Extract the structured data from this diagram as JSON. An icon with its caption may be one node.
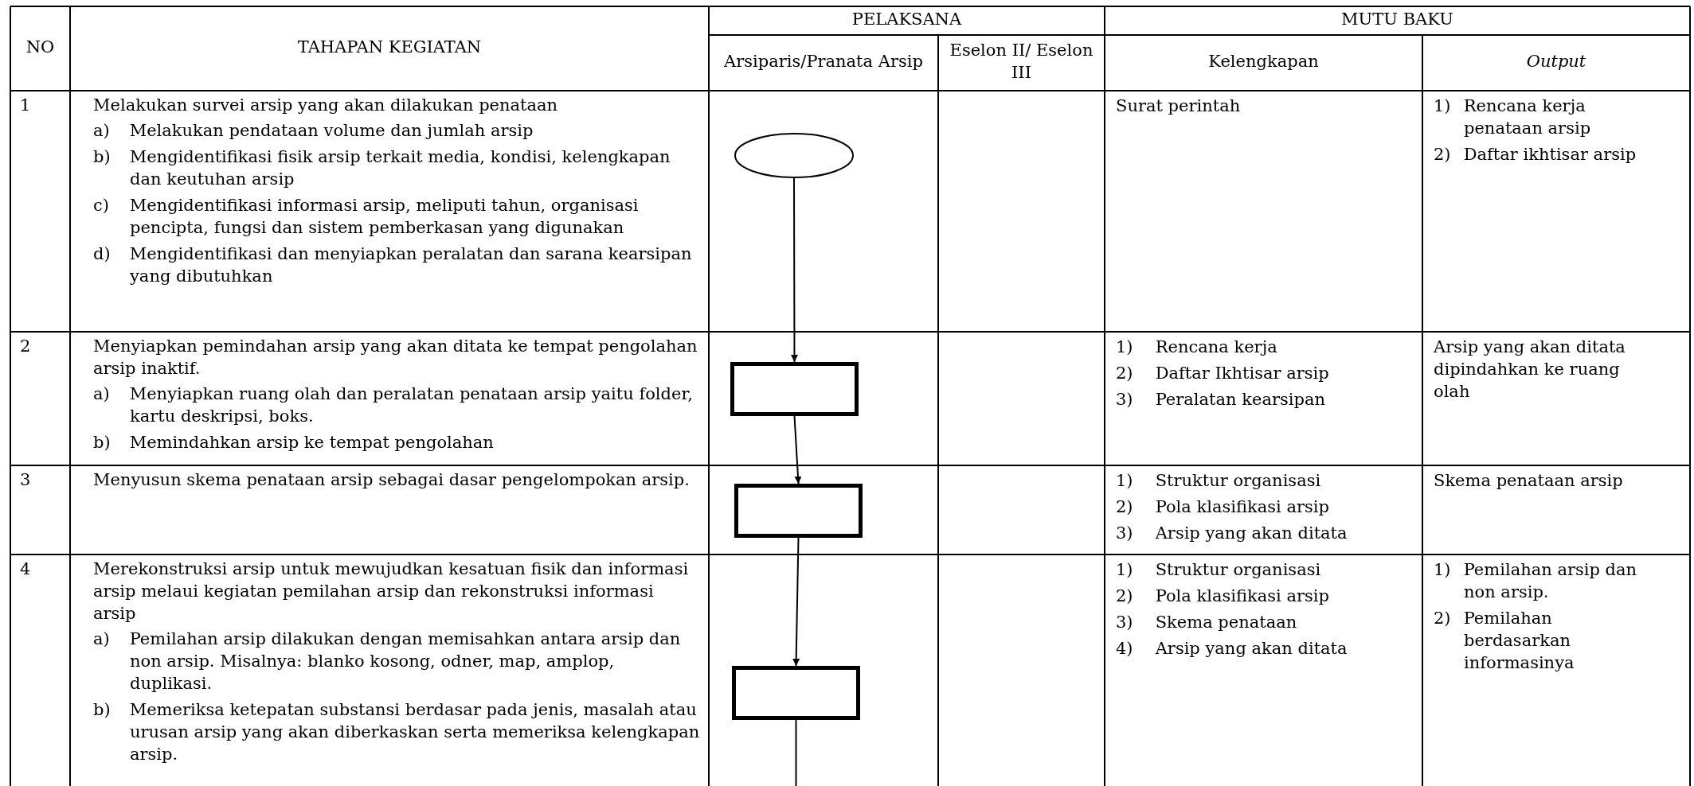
{
  "diagram": {
    "nodes": [
      {
        "text": [],
        "shape": "ellipse"
      },
      {
        "text": [],
        "shape": "box"
      },
      {
        "text": [],
        "shape": "box"
      },
      {
        "text": [],
        "shape": "box"
      }
    ],
    "edges": [
      {
        "from": 0,
        "to": 1,
        "arrow": "to"
      },
      {
        "from": 1,
        "to": 2,
        "arrow": "to"
      },
      {
        "from": 2,
        "to": 3,
        "arrow": "to"
      },
      {
        "from": 3,
        "to": null,
        "arrow": "none"
      }
    ],
    "labels": [
      "NO",
      "TAHAPAN KEGIATAN",
      "PELAKSANA",
      "MUTU BAKU",
      "Arsiparis/Pranata Arsip",
      "Eselon II/ Eselon III",
      "Kelengkapan",
      "Output",
      "1",
      "Melakukan survei arsip yang akan dilakukan penataan",
      "a) Melakukan pendataan volume dan jumlah arsip",
      "b) Mengidentifikasi fisik arsip terkait media, kondisi, kelengkapan dan keutuhan arsip",
      "c) Mengidentifikasi informasi arsip, meliputi tahun, organisasi pencipta, fungsi dan sistem pemberkasan yang digunakan",
      "d) Mengidentifikasi dan menyiapkan peralatan dan sarana kearsipan yang dibutuhkan",
      "Surat perintah",
      "1) Rencana kerja penataan arsip",
      "2) Daftar ikhtisar arsip",
      "2",
      "Menyiapkan pemindahan arsip yang akan ditata ke tempat pengolahan arsip inaktif.",
      "a) Menyiapkan ruang olah dan peralatan penataan arsip yaitu folder, kartu deskripsi, boks.",
      "b) Memindahkan arsip ke tempat pengolahan",
      "1) Rencana kerja",
      "2) Daftar Ikhtisar arsip",
      "3) Peralatan kearsipan",
      "Arsip yang akan ditata dipindahkan ke ruang olah",
      "3",
      "Menyusun skema penataan arsip sebagai dasar pengelompokan arsip.",
      "1) Struktur organisasi",
      "2) Pola klasifikasi arsip",
      "3) Arsip yang akan ditata",
      "Skema penataan arsip",
      "4",
      "Merekonstruksi arsip untuk mewujudkan kesatuan fisik dan informasi arsip melaui kegiatan pemilahan arsip dan rekonstruksi informasi arsip",
      "a) Pemilahan arsip dilakukan dengan memisahkan antara arsip dan non arsip. Misalnya: blanko kosong, odner, map, amplop, duplikasi.",
      "b) Memeriksa ketepatan substansi berdasar pada jenis, masalah atau urusan arsip yang akan diberkaskan serta memeriksa kelengkapan arsip.",
      "1) Struktur organisasi",
      "2) Pola klasifikasi arsip",
      "3) Skema penataan",
      "4) Arsip yang akan ditata",
      "1) Pemilahan arsip dan non arsip.",
      "2) Pemilahan berdasarkan informasinya"
    ]
  }
}
